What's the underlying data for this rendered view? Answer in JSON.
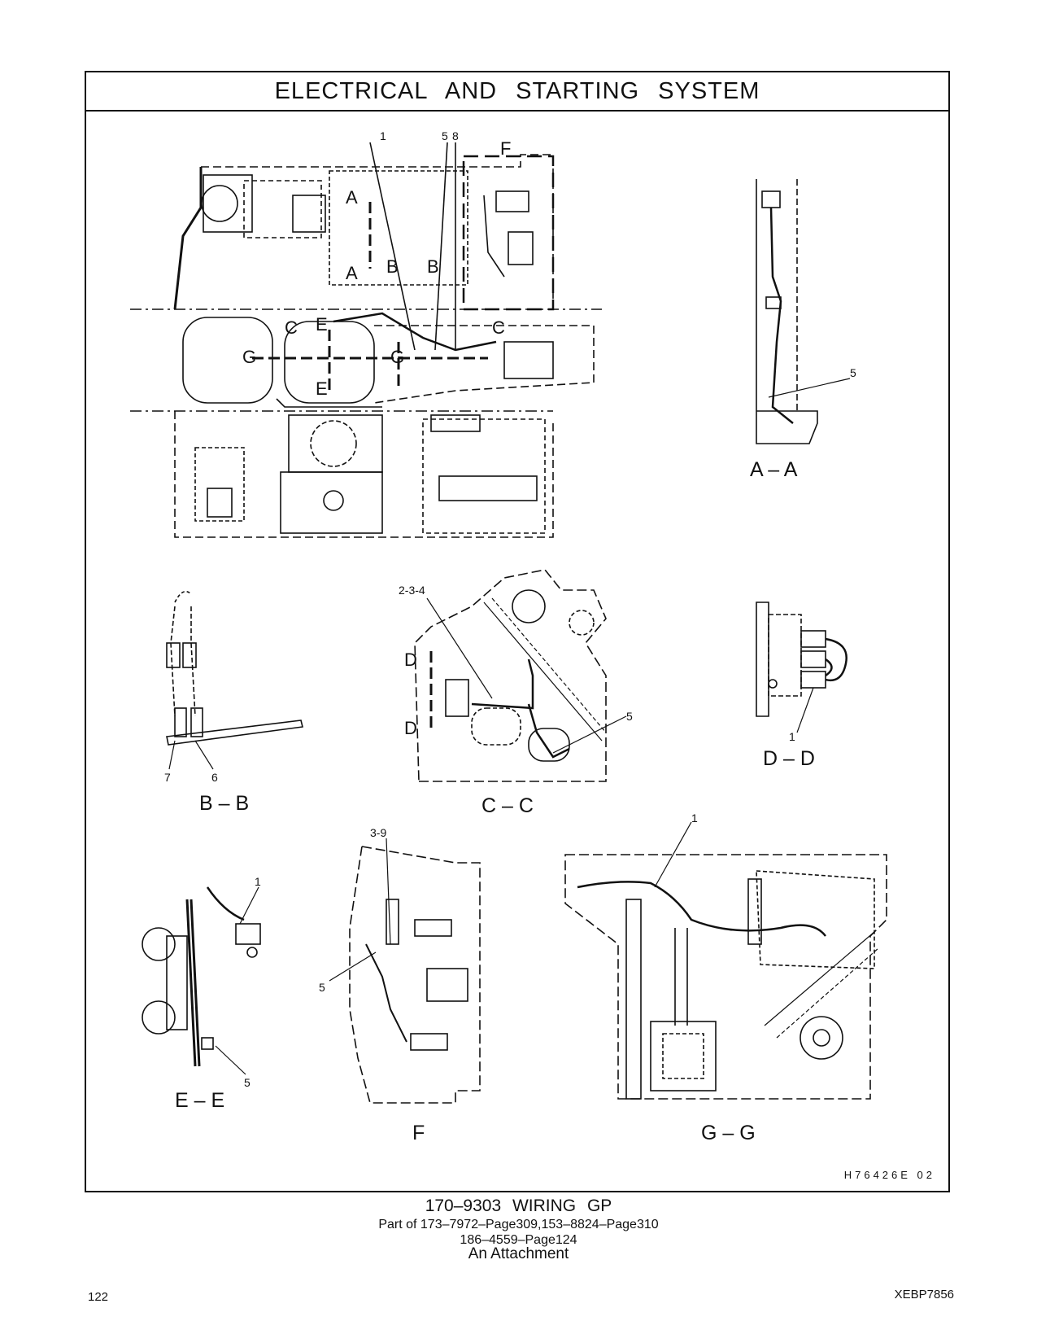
{
  "header": {
    "title": "ELECTRICAL AND STARTING SYSTEM"
  },
  "views": {
    "main": {
      "callouts": [
        "1",
        "5",
        "8"
      ],
      "section_markers": [
        "A",
        "A",
        "B",
        "B",
        "C",
        "C",
        "E",
        "E",
        "F",
        "G",
        "G"
      ]
    },
    "aa": {
      "label": "A – A",
      "callouts": [
        "5"
      ]
    },
    "bb": {
      "label": "B – B",
      "callouts": [
        "7",
        "6"
      ]
    },
    "cc": {
      "label": "C – C",
      "callouts": [
        "2-3-4",
        "5"
      ],
      "section_markers": [
        "D",
        "D"
      ]
    },
    "dd": {
      "label": "D – D",
      "callouts": [
        "1"
      ]
    },
    "ee": {
      "label": "E – E",
      "callouts": [
        "1",
        "5"
      ]
    },
    "f": {
      "label": "F",
      "callouts": [
        "3-9",
        "5"
      ]
    },
    "gg": {
      "label": "G – G",
      "callouts": [
        "1"
      ]
    }
  },
  "illustration_code": "H76426E   02",
  "caption": {
    "part": "170–9303   WIRING  GP",
    "part_of": "Part of 173–7972–Page309,153–8824–Page310",
    "ref": "186–4559–Page124",
    "note": "An Attachment"
  },
  "footer": {
    "page_number": "122",
    "doc_id": "XEBP7856"
  }
}
